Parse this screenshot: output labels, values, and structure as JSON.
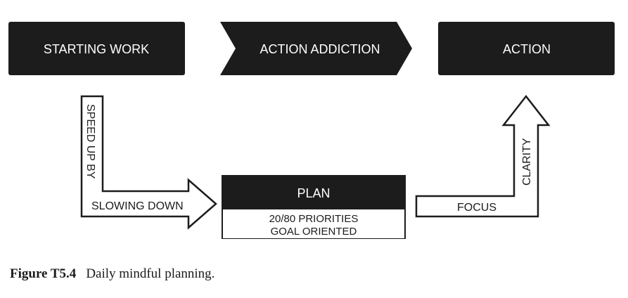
{
  "diagram": {
    "boxes": {
      "starting_work": "STARTING WORK",
      "action_addiction": "ACTION ADDICTION",
      "action": "ACTION",
      "plan": "PLAN",
      "plan_line1": "20/80 PRIORITIES",
      "plan_line2": "GOAL ORIENTED"
    },
    "arrows": {
      "left_vertical": "SPEED UP BY",
      "left_horizontal": "SLOWING DOWN",
      "right_horizontal": "FOCUS",
      "right_vertical": "CLARITY"
    }
  },
  "caption": {
    "label": "Figure T5.4",
    "text": "Daily mindful planning."
  },
  "colors": {
    "box_fill": "#1c1c1c",
    "box_text": "#ffffff",
    "stroke": "#1c1c1c",
    "arrow_fill": "#ffffff"
  }
}
